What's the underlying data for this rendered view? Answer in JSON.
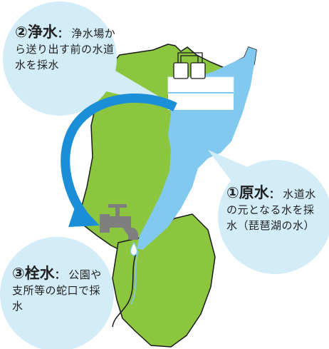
{
  "colors": {
    "land": "#8cc63f",
    "land_outline": "#1a1a1a",
    "river": "#82c9ef",
    "bubble": "#d2ecf8",
    "arrow": "#1a8fd8",
    "faucet": "#7f7f7f",
    "plant": "#ffffff"
  },
  "labels": [
    {
      "id": "purified",
      "heading": "②浄水",
      "separator": "：",
      "body": "浄水場から送り出す前の水道水を採水"
    },
    {
      "id": "raw",
      "heading": "①原水",
      "separator": "：",
      "body": "水道水の元となる水を採水（琵琶湖の水）"
    },
    {
      "id": "tap",
      "heading": "③栓水",
      "separator": "：",
      "body": "公園や支所等の蛇口で採水"
    }
  ],
  "icons": [
    "treatment-plant-icon",
    "faucet-icon",
    "water-drop-icon",
    "cycle-arrow-icon"
  ]
}
